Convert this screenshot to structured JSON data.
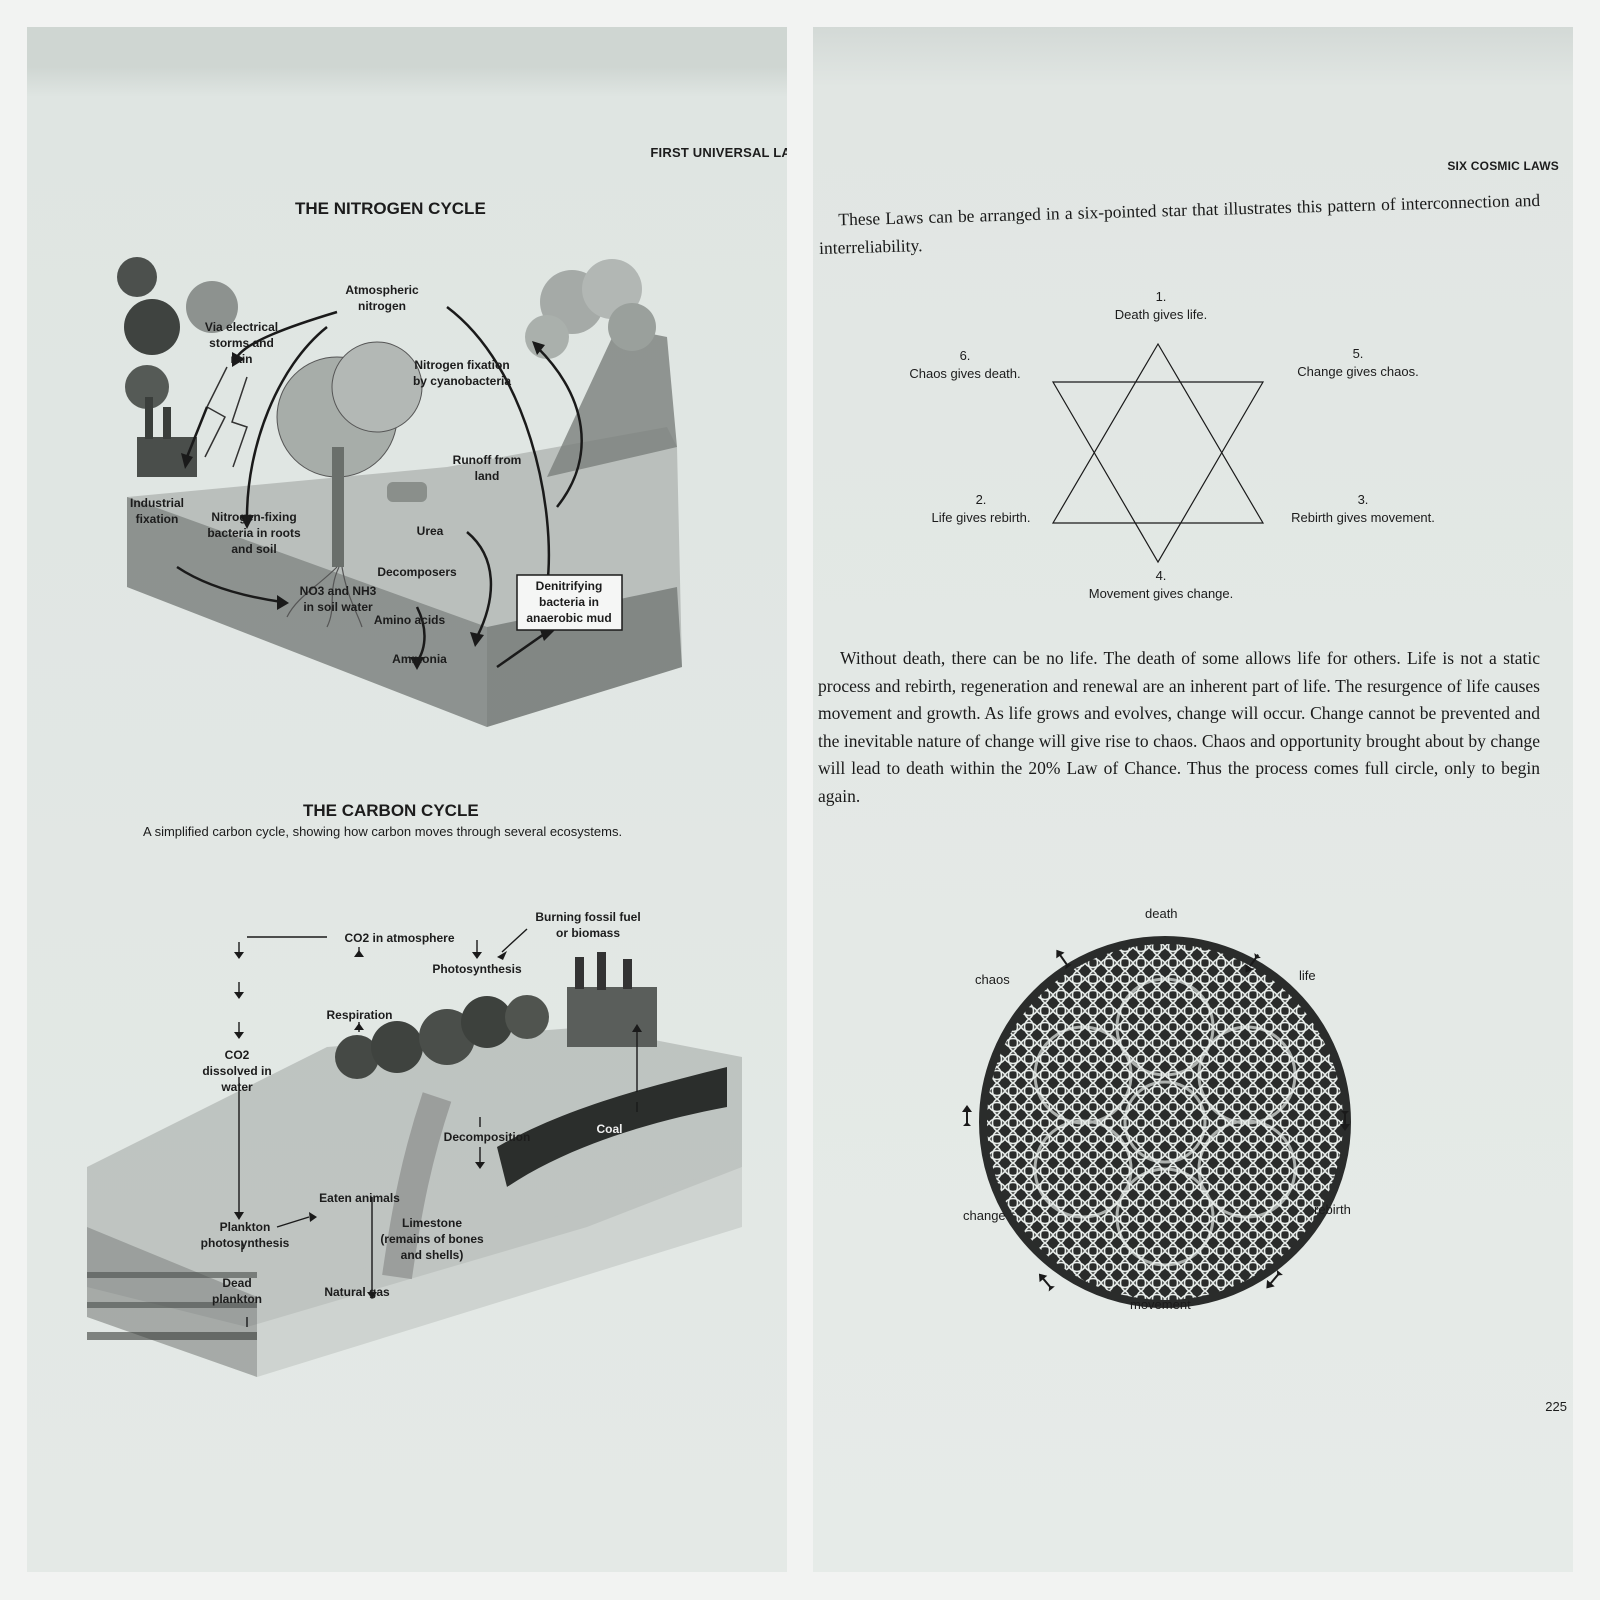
{
  "left_page": {
    "running_header": "FIRST UNIVERSAL LA",
    "nitrogen_cycle": {
      "title": "THE NITROGEN CYCLE",
      "labels": {
        "atmospheric_nitrogen": "Atmospheric nitrogen",
        "via_storms": "Via electrical storms and rain",
        "nitrogen_fixation": "Nitrogen fixation by cyanobacteria",
        "runoff": "Runoff from land",
        "industrial_fixation": "Industrial fixation",
        "nitrogen_fixing_bacteria": "Nitrogen-fixing bacteria in roots and soil",
        "urea": "Urea",
        "decomposers": "Decomposers",
        "no3_nh3": "NO3 and NH3 in soil water",
        "amino_acids": "Amino acids",
        "ammonia": "Ammonia",
        "denitrifying": "Denitrifying bacteria in anaerobic mud"
      }
    },
    "carbon_cycle": {
      "title": "THE CARBON CYCLE",
      "subtitle": "A simplified carbon cycle, showing how carbon moves through several ecosystems.",
      "labels": {
        "co2_atmosphere": "CO2 in atmosphere",
        "burning": "Burning fossil fuel or biomass",
        "photosynthesis": "Photosynthesis",
        "respiration": "Respiration",
        "co2_water": "CO2 dissolved in water",
        "decomposition": "Decomposition",
        "coal": "Coal",
        "eaten_animals": "Eaten animals",
        "plankton": "Plankton photosynthesis",
        "limestone": "Limestone (remains of bones and shells)",
        "dead_plankton": "Dead plankton",
        "natural_gas": "Natural gas"
      }
    }
  },
  "right_page": {
    "running_header": "SIX COSMIC LAWS",
    "intro": "These Laws can be arranged in a six-pointed star that illustrates this pattern of interconnection and interreliability.",
    "star_laws": [
      {
        "num": "1.",
        "text": "Death gives life."
      },
      {
        "num": "2.",
        "text": "Life gives rebirth."
      },
      {
        "num": "3.",
        "text": "Rebirth gives movement."
      },
      {
        "num": "4.",
        "text": "Movement gives change."
      },
      {
        "num": "5.",
        "text": "Change gives chaos."
      },
      {
        "num": "6.",
        "text": "Chaos gives death."
      }
    ],
    "paragraph": "Without death, there can be no life. The death of some allows life for others. Life is not a static process and rebirth, regeneration and renewal are an inherent part of life. The resurgence of life causes movement and growth. As life grows and evolves, change will occur. Change cannot be prevented and the inevitable nature of change will give rise to chaos. Chaos and opportunity brought about by change will lead to death within the 20% Law of Chance. Thus the process comes full circle, only to begin again.",
    "cycle_labels": {
      "death": "death",
      "life": "life",
      "rebirth": "rebirth",
      "movement": "movement",
      "change": "change",
      "chaos": "chaos"
    },
    "page_number": "225"
  }
}
